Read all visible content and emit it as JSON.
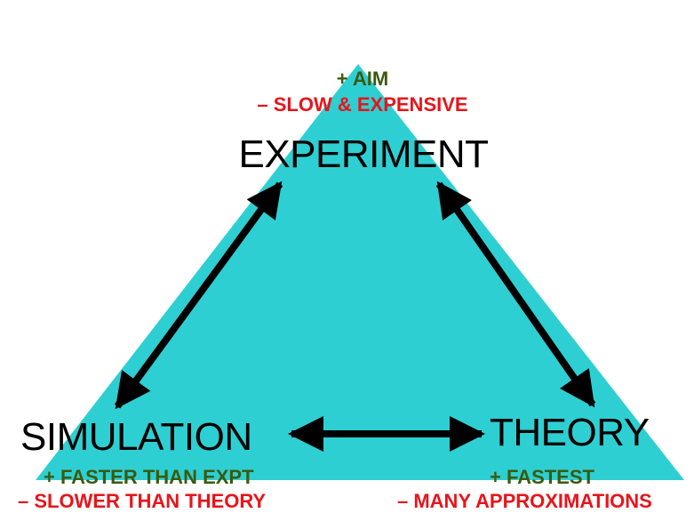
{
  "colors": {
    "triangle": "#2ecfd2",
    "arrow": "#000000",
    "pro_text": "#3a5a0e",
    "con_text": "#e8141a"
  },
  "experiment": {
    "title": "EXPERIMENT",
    "pro": "+ AIM",
    "con": "– SLOW & EXPENSIVE"
  },
  "simulation": {
    "title": "SIMULATION",
    "pro": "+ FASTER THAN EXPT",
    "con": "– SLOWER THAN THEORY"
  },
  "theory": {
    "title": "THEORY",
    "pro": "+ FASTEST",
    "con": "– MANY APPROXIMATIONS"
  }
}
